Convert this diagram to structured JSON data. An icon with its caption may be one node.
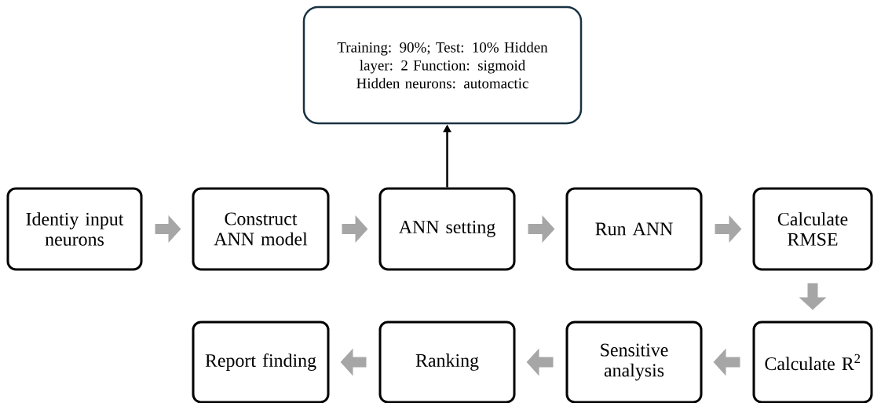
{
  "diagram": {
    "nodes": [
      {
        "text": [
          "Training: 90%; Test: 10% Hidden layer: 2 Function: sigmoid Hidden neurons: automactic"
        ]
      },
      {
        "text": [
          "Identiy input neurons"
        ]
      },
      {
        "text": [
          "Construct ANN model"
        ]
      },
      {
        "text": [
          "ANN setting"
        ]
      },
      {
        "text": [
          "Run ANN"
        ]
      },
      {
        "text": [
          "Calculate RMSE"
        ]
      },
      {
        "text": [
          "Report finding"
        ]
      },
      {
        "text": [
          "Ranking"
        ]
      },
      {
        "text": [
          "Sensitive analysis"
        ]
      },
      {
        "text": [
          "Calculate R$^{2}$"
        ]
      }
    ],
    "edges": [
      {
        "from": 1,
        "to": 2,
        "arrow": "to"
      },
      {
        "from": 2,
        "to": 3,
        "arrow": "to"
      },
      {
        "from": 3,
        "to": 4,
        "arrow": "to"
      },
      {
        "from": 4,
        "to": 5,
        "arrow": "to"
      },
      {
        "from": 5,
        "to": 9,
        "arrow": "to"
      },
      {
        "from": 9,
        "to": 8,
        "arrow": "to"
      },
      {
        "from": 8,
        "to": 7,
        "arrow": "to"
      },
      {
        "from": 7,
        "to": 6,
        "arrow": "to"
      },
      {
        "from": 3,
        "to": 0,
        "arrow": "to",
        "color": "#000000"
      }
    ]
  }
}
